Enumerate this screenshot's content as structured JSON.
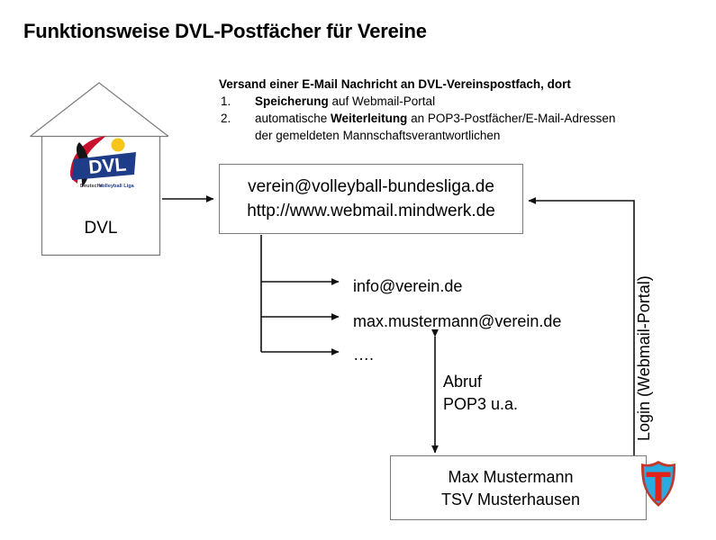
{
  "slide": {
    "title": "Funktionsweise DVL-Postfächer für Vereine"
  },
  "instructions": {
    "lead": "Versand einer E-Mail Nachricht an DVL-Vereinspostfach, dort",
    "items": [
      {
        "num": "1.",
        "bold_head": "Speicherung",
        "rest": " auf Webmail-Portal",
        "cont": ""
      },
      {
        "num": "2.",
        "pre": "automatische ",
        "bold_head": "Weiterleitung",
        "rest": " an POP3-Postfächer/E-Mail-Adressen",
        "cont": "der gemeldeten Mannschaftsverantwortlichen"
      }
    ]
  },
  "house": {
    "label": "DVL",
    "logo": {
      "wordmark": "DVL",
      "tagline": "Deutsche Volleyball Liga",
      "banner_color": "#1F3C88",
      "swoosh_red": "#C8102E",
      "swoosh_black": "#111111",
      "ball_color": "#F5C518"
    }
  },
  "mailbox": {
    "address": "verein@volleyball-bundesliga.de",
    "portal_url": "http://www.webmail.mindwerk.de"
  },
  "forwards": [
    "info@verein.de",
    "max.mustermann@verein.de",
    "…."
  ],
  "labels": {
    "abruf_line1": "Abruf",
    "abruf_line2": "POP3 u.a.",
    "login": "Login (Webmail-Portal)"
  },
  "member": {
    "name": "Max Mustermann",
    "club": "TSV Musterhausen",
    "crest": {
      "shield_blue": "#29ABE2",
      "shield_red": "#E2231A",
      "shield_outline": "#C0392B"
    }
  },
  "colors": {
    "line": "#7a7a7a",
    "arrow": "#111111",
    "background": "#ffffff"
  }
}
